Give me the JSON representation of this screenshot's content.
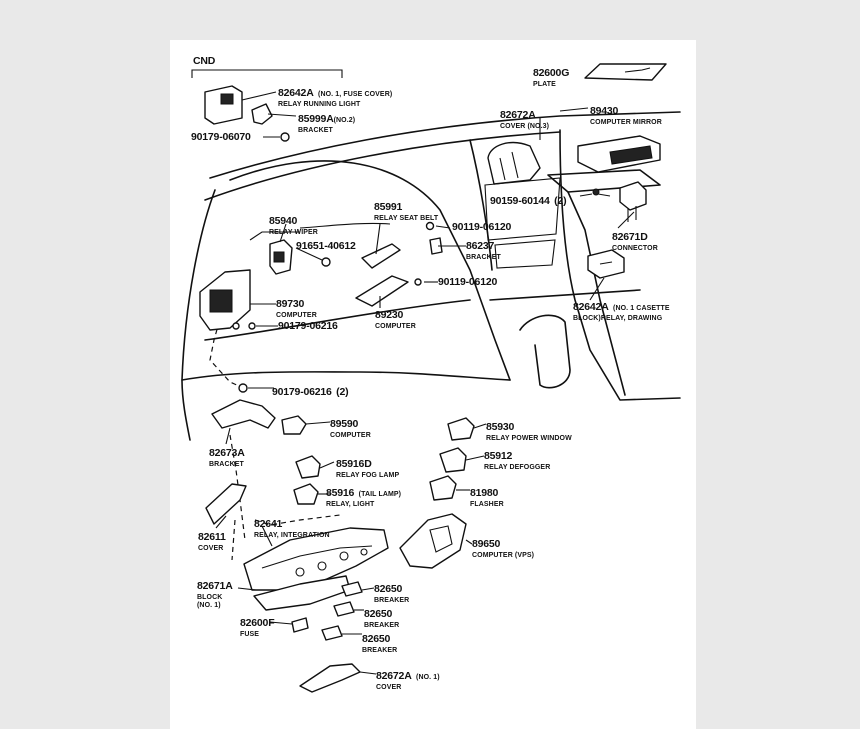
{
  "diagram": {
    "group_label": "CND",
    "parts": [
      {
        "id": "p1",
        "number": "82642A",
        "note": "(NO. 1, FUSE COVER)",
        "desc": "RELAY RUNNING LIGHT"
      },
      {
        "id": "p2",
        "number": "85999A",
        "note": "(NO.2)",
        "desc": "BRACKET"
      },
      {
        "id": "p3",
        "number": "90179-06070",
        "note": "",
        "desc": ""
      },
      {
        "id": "p4",
        "number": "82600G",
        "note": "",
        "desc": "PLATE"
      },
      {
        "id": "p5",
        "number": "82672A",
        "note": "",
        "desc": "COVER (NO.3)"
      },
      {
        "id": "p6",
        "number": "89430",
        "note": "",
        "desc": "COMPUTER MIRROR"
      },
      {
        "id": "p7",
        "number": "90159-60144",
        "note": "(2)",
        "desc": ""
      },
      {
        "id": "p8",
        "number": "85991",
        "note": "",
        "desc": "RELAY SEAT BELT"
      },
      {
        "id": "p9",
        "number": "90119-06120",
        "note": "",
        "desc": ""
      },
      {
        "id": "p10",
        "number": "85940",
        "note": "",
        "desc": "RELAY WIPER"
      },
      {
        "id": "p11",
        "number": "91651-40612",
        "note": "",
        "desc": ""
      },
      {
        "id": "p12",
        "number": "86237",
        "note": "",
        "desc": "BRACKET"
      },
      {
        "id": "p13",
        "number": "82671D",
        "note": "",
        "desc": "CONNECTOR"
      },
      {
        "id": "p14",
        "number": "90119-06120",
        "note": "",
        "desc": ""
      },
      {
        "id": "p15",
        "number": "89730",
        "note": "",
        "desc": "COMPUTER"
      },
      {
        "id": "p16",
        "number": "89230",
        "note": "",
        "desc": "COMPUTER"
      },
      {
        "id": "p17",
        "number": "82642A",
        "note": "(NO. 1 CASETTE",
        "desc": "BLOCK)RELAY, DRAWING"
      },
      {
        "id": "p18",
        "number": "90179-06216",
        "note": "",
        "desc": ""
      },
      {
        "id": "p19",
        "number": "90179-06216",
        "note": "(2)",
        "desc": ""
      },
      {
        "id": "p20",
        "number": "89590",
        "note": "",
        "desc": "COMPUTER"
      },
      {
        "id": "p21",
        "number": "85930",
        "note": "",
        "desc": "RELAY POWER WINDOW"
      },
      {
        "id": "p22",
        "number": "82673A",
        "note": "",
        "desc": "BRACKET"
      },
      {
        "id": "p23",
        "number": "85916D",
        "note": "",
        "desc": "RELAY FOG LAMP"
      },
      {
        "id": "p24",
        "number": "85912",
        "note": "",
        "desc": "RELAY DEFOGGER"
      },
      {
        "id": "p25",
        "number": "85916",
        "note": "(TAIL LAMP)",
        "desc": "RELAY, LIGHT"
      },
      {
        "id": "p26",
        "number": "81980",
        "note": "",
        "desc": "FLASHER"
      },
      {
        "id": "p27",
        "number": "82611",
        "note": "",
        "desc": "COVER"
      },
      {
        "id": "p28",
        "number": "82641",
        "note": "",
        "desc": "RELAY, INTEGRATION"
      },
      {
        "id": "p29",
        "number": "89650",
        "note": "",
        "desc": "COMPUTER (VPS)"
      },
      {
        "id": "p30",
        "number": "82671A",
        "note": "",
        "desc": "BLOCK"
      },
      {
        "id": "p30b",
        "number": "",
        "note": "",
        "desc": "(NO. 1)"
      },
      {
        "id": "p31",
        "number": "82650",
        "note": "",
        "desc": "BREAKER"
      },
      {
        "id": "p32",
        "number": "82650",
        "note": "",
        "desc": "BREAKER"
      },
      {
        "id": "p33",
        "number": "82600F",
        "note": "",
        "desc": "FUSE"
      },
      {
        "id": "p34",
        "number": "82650",
        "note": "",
        "desc": "BREAKER"
      },
      {
        "id": "p35",
        "number": "82672A",
        "note": "(NO. 1)",
        "desc": "COVER"
      }
    ]
  }
}
